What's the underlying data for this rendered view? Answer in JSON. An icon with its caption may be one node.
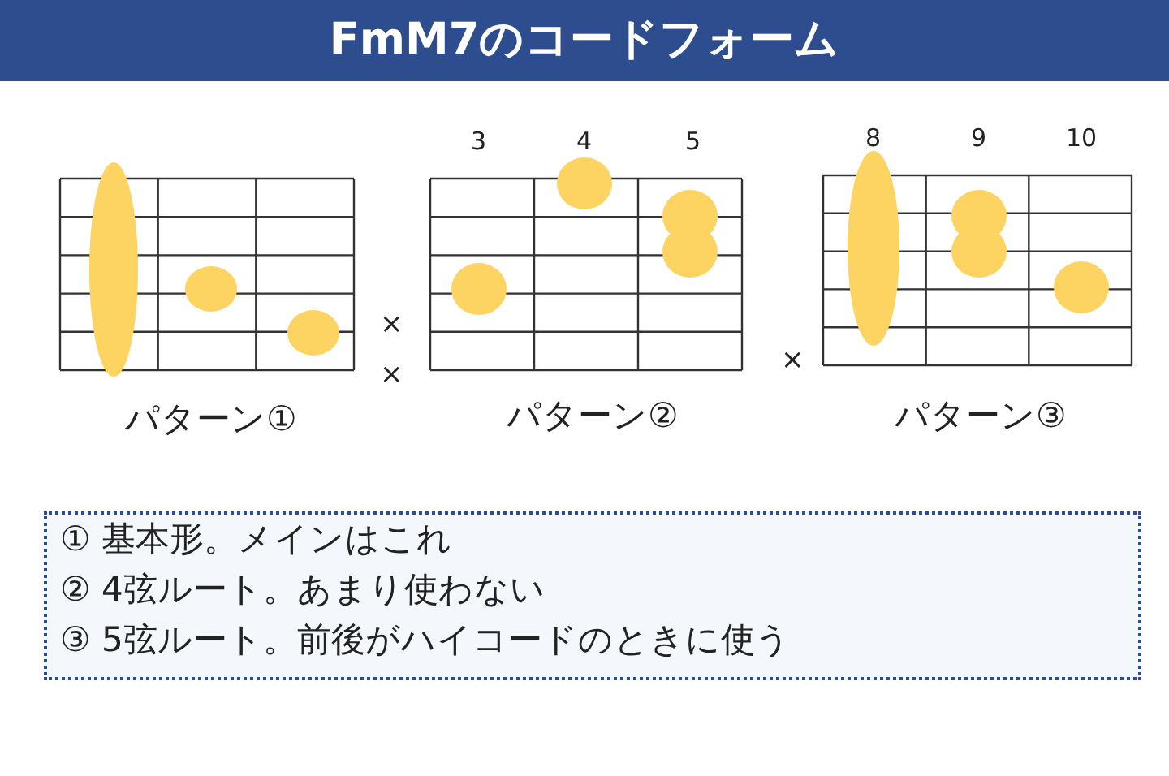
{
  "diagram": {
    "title": "FmM7のコードフォーム",
    "labels": [
      "3",
      "4",
      "5",
      "8",
      "9",
      "10",
      "×",
      "×",
      "×",
      "パターン①",
      "パターン②",
      "パターン③",
      "① 基本形。メインはこれ",
      "② 4弦ルート。あまり使わない",
      "③ 5弦ルート。前後がハイコードのときに使う"
    ]
  }
}
